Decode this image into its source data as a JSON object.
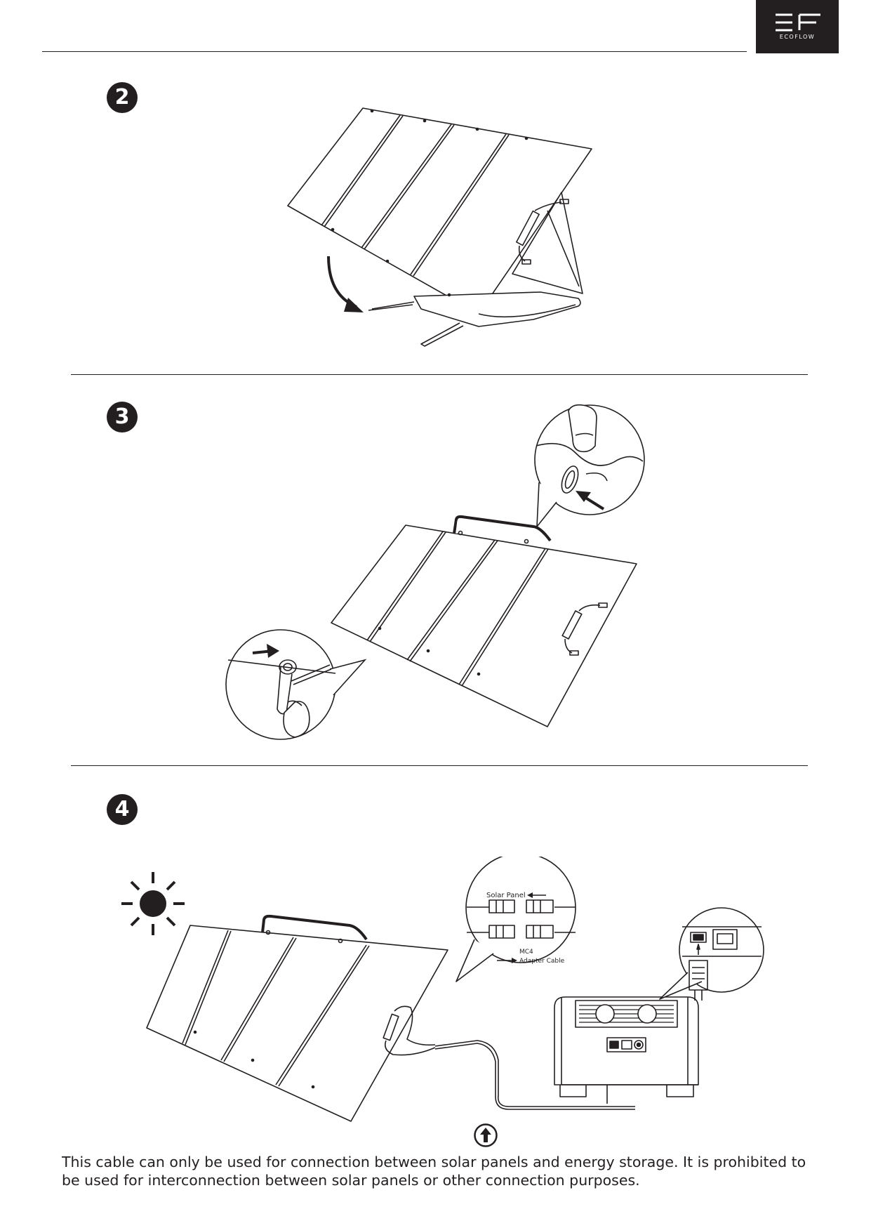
{
  "brand": {
    "logo_text": "ECOFLOW"
  },
  "steps": [
    {
      "number": "2"
    },
    {
      "number": "3"
    },
    {
      "number": "4"
    }
  ],
  "connection_callout": {
    "solar_panel_label": "Solar Panel",
    "mc4_label": "MC4",
    "adapter_label": "Adapter Cable"
  },
  "note": {
    "text": "This cable can only be used for connection between solar panels and energy storage. It is prohibited to be used for interconnection between solar panels or other connection purposes."
  },
  "icons": [
    "ecoflow-logo-icon",
    "sun-icon",
    "upward-arrow-icon",
    "curved-arrow-icon"
  ],
  "colors": {
    "ink": "#231f20",
    "paper": "#ffffff"
  }
}
